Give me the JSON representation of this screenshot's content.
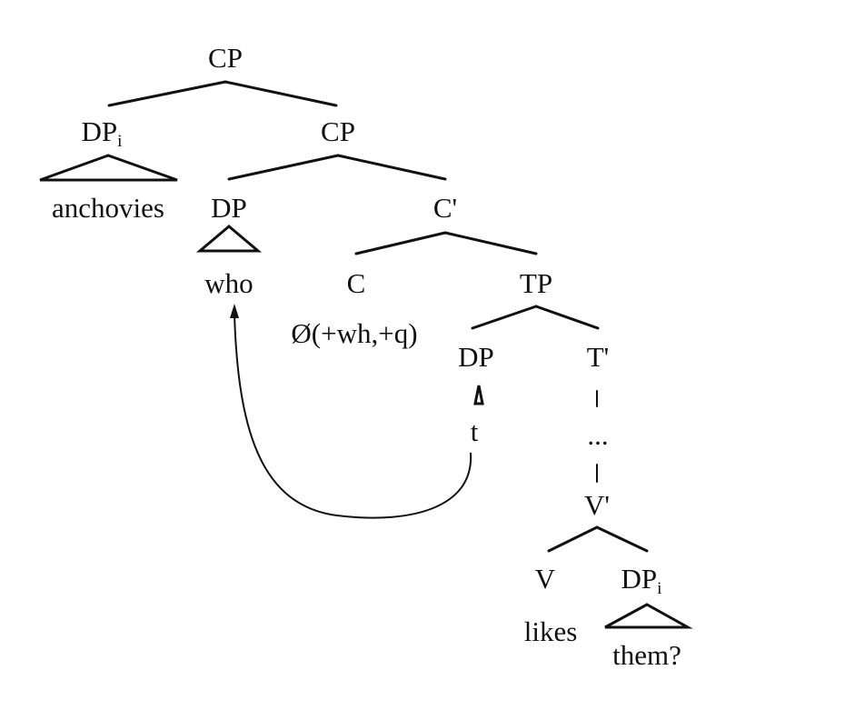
{
  "tree": {
    "nodes": {
      "cp_root": "CP",
      "dp_i_top": "DP",
      "dp_i_top_index": "i",
      "anchovies": "anchovies",
      "cp_inner": "CP",
      "dp_who": "DP",
      "who": "who",
      "c_bar": "C'",
      "c_head": "C",
      "null_c": "Ø(+wh,+q)",
      "tp": "TP",
      "dp_trace": "DP",
      "trace": "t",
      "t_bar": "T'",
      "ellipsis": "...",
      "v_bar": "V'",
      "v_head": "V",
      "likes": "likes",
      "dp_i_obj": "DP",
      "dp_i_obj_index": "i",
      "them": "them?"
    }
  }
}
